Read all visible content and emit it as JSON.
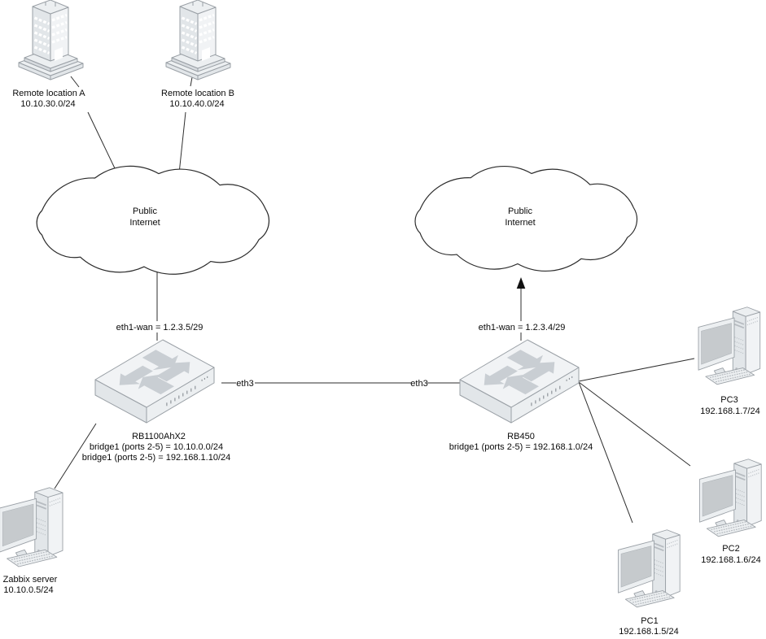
{
  "nodes": {
    "remote_location_a": {
      "label": "Remote location A",
      "subnet": "10.10.30.0/24"
    },
    "remote_location_b": {
      "label": "Remote location B",
      "subnet": "10.10.40.0/24"
    },
    "internet_cloud_left": {
      "line1": "Public",
      "line2": "Internet"
    },
    "internet_cloud_right": {
      "line1": "Public",
      "line2": "Internet"
    },
    "router_rb1100ahx2": {
      "model": "RB1100AhX2",
      "wan_label": "eth1-wan = 1.2.3.5/29",
      "bridge_label_1": "bridge1 (ports 2-5) = 10.10.0.0/24",
      "bridge_label_2": "bridge1 (ports 2-5) = 192.168.1.10/24"
    },
    "router_rb450": {
      "model": "RB450",
      "wan_label": "eth1-wan = 1.2.3.4/29",
      "bridge_label_1": "bridge1 (ports 2-5) = 192.168.1.0/24"
    },
    "zabbix_server": {
      "label": "Zabbix server",
      "ip": "10.10.0.5/24"
    },
    "pc1": {
      "label": "PC1",
      "ip": "192.168.1.5/24"
    },
    "pc2": {
      "label": "PC2",
      "ip": "192.168.1.6/24"
    },
    "pc3": {
      "label": "PC3",
      "ip": "192.168.1.7/24"
    }
  },
  "links": {
    "inter_router_port_left": "eth3",
    "inter_router_port_right": "eth3"
  },
  "icons": {
    "building": "isometric-office-building",
    "cloud": "internet-cloud-outline",
    "router": "isometric-router-4-way-arrows",
    "workstation": "isometric-desktop-pc"
  },
  "colors": {
    "background": "#ffffff",
    "connector": "#2e2e2e",
    "icon_stroke": "#9aa0a6",
    "icon_fill_light": "#f1f3f5",
    "icon_fill_mid": "#e2e6e9",
    "icon_screen": "#c6cacd",
    "icon_arrow": "#c9ced3",
    "text": "#0a0a0a"
  }
}
